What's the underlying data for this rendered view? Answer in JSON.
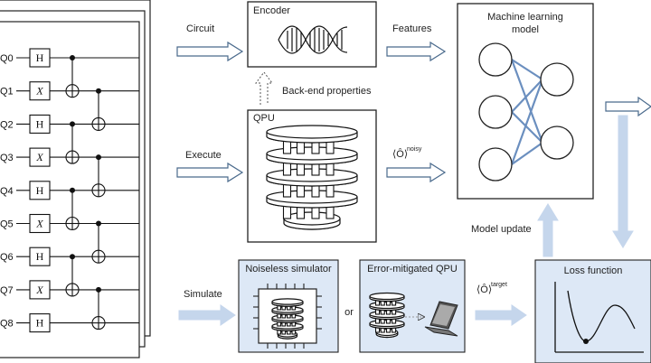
{
  "circuit": {
    "qubits": [
      "Q0",
      "Q1",
      "Q2",
      "Q3",
      "Q4",
      "Q5",
      "Q6",
      "Q7",
      "Q8"
    ],
    "gates": [
      "H",
      "X",
      "H",
      "X",
      "H",
      "X",
      "H",
      "X",
      "H"
    ]
  },
  "flow_labels": {
    "circuit": "Circuit",
    "execute": "Execute",
    "simulate": "Simulate",
    "features": "Features",
    "backend": "Back-end properties",
    "model_update": "Model update",
    "or": "or",
    "obs_noisy_main": "⟨Ô⟩",
    "obs_noisy_sup": "noisy",
    "obs_target_main": "⟨Ô⟩",
    "obs_target_sup": "target"
  },
  "boxes": {
    "encoder": "Encoder",
    "qpu": "QPU",
    "ml_line1": "Machine learning",
    "ml_line2": "model",
    "noiseless": "Noiseless simulator",
    "mitigated": "Error-mitigated QPU",
    "loss": "Loss function"
  },
  "colors": {
    "light_box": "#dde8f6",
    "arrow_fill": "#ffffff",
    "arrow_stroke": "#4a6a8c",
    "net_edge": "#6b8fbf",
    "light_arrow": "#c5d6ec"
  }
}
